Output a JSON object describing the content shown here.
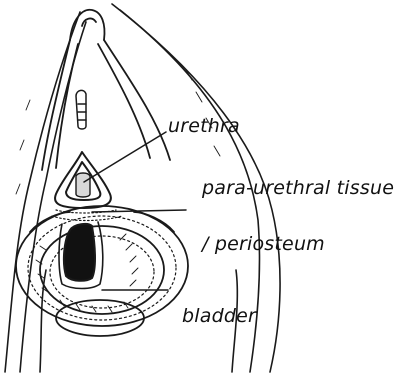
{
  "labels": {
    "urethra": "urethra",
    "paraurethral_line1": "para-urethral tissue",
    "paraurethral_line2": "/ periosteum",
    "bladder": "bladder"
  },
  "colors": {
    "ink": "#1a1a1a",
    "background": "#ffffff",
    "opening": "#111111"
  }
}
